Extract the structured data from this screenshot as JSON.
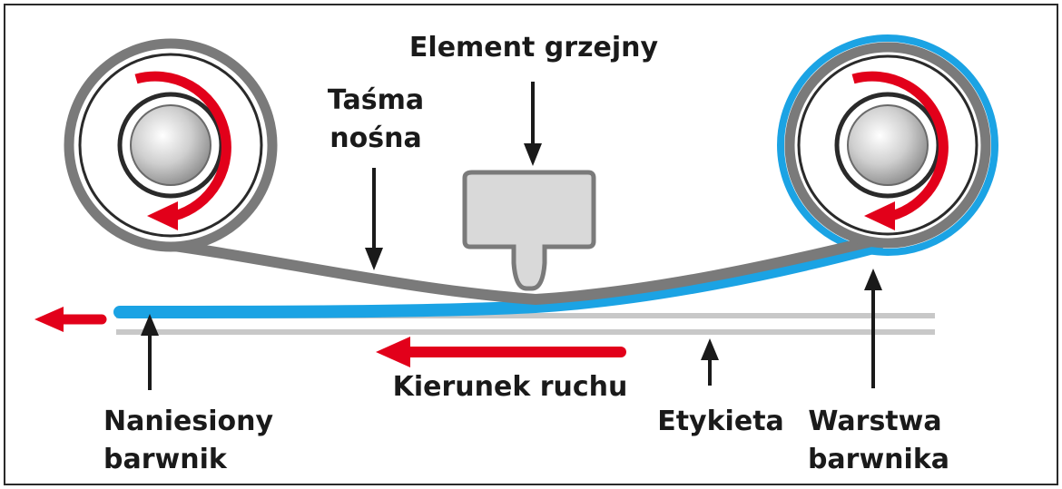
{
  "labels": {
    "heating_element": "Element grzejny",
    "carrier_tape_line1": "Taśma",
    "carrier_tape_line2": "nośna",
    "direction": "Kierunek ruchu",
    "applied_dye_line1": "Naniesiony",
    "applied_dye_line2": "barwnik",
    "label": "Etykieta",
    "dye_layer_line1": "Warstwa",
    "dye_layer_line2": "barwnika"
  },
  "colors": {
    "frame": "#2a2a2a",
    "tape": "#7a7a7a",
    "dye": "#1ba3e4",
    "arrow_red": "#e2001a",
    "label_strip": "#c8c8c8",
    "heater_fill": "#d9d9d9",
    "heater_stroke": "#7a7a7a",
    "roller_core": "#bdbdbd"
  }
}
